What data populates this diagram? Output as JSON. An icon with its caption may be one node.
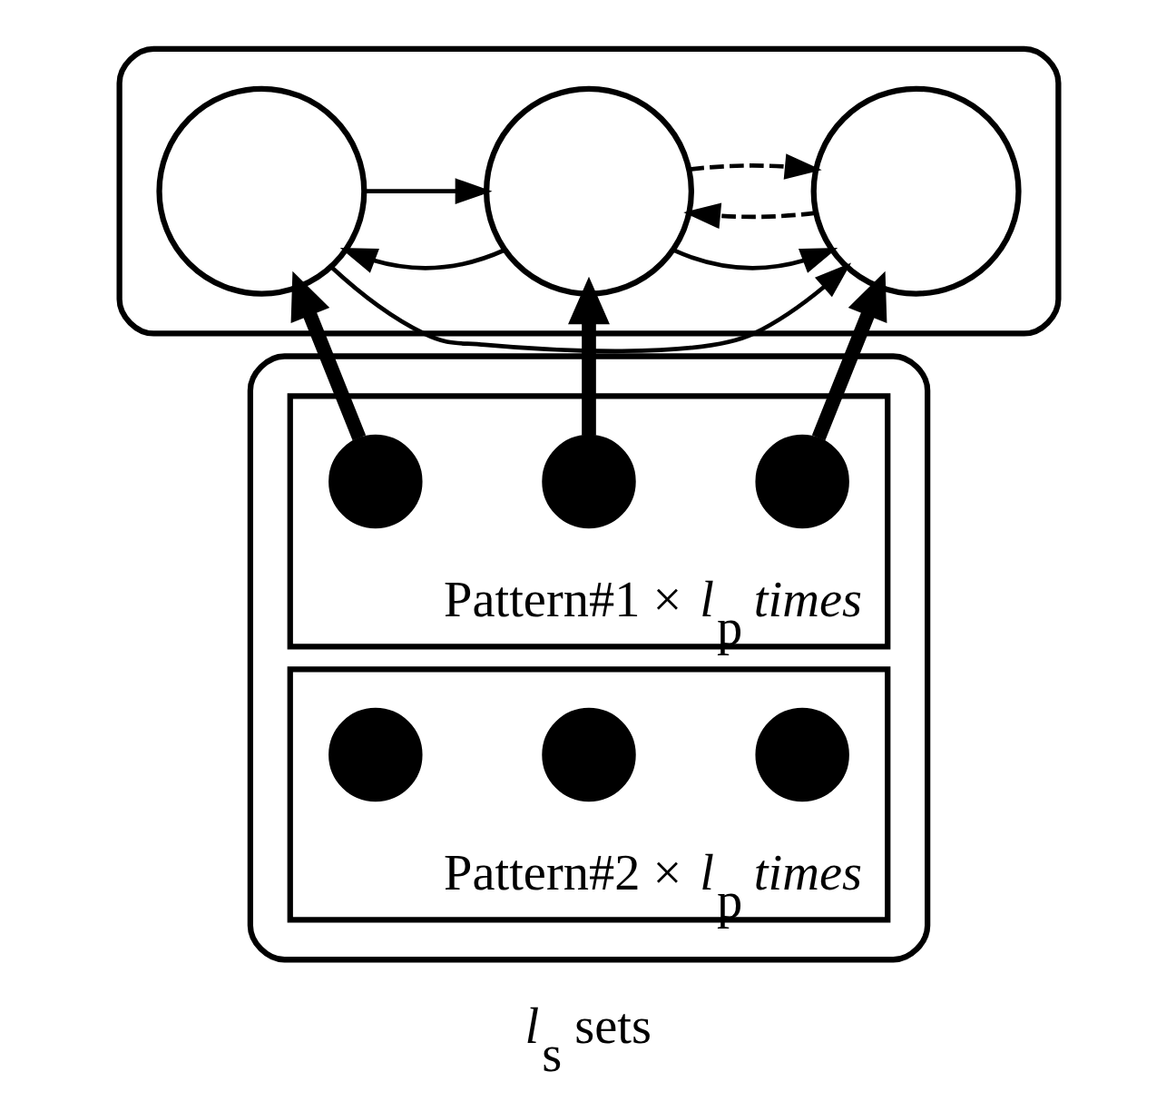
{
  "diagram": {
    "nodes": [
      {
        "text": [],
        "shape": "box"
      },
      {
        "text": [],
        "shape": "circle",
        "in": 0
      },
      {
        "text": [],
        "shape": "circle",
        "in": 0
      },
      {
        "text": [],
        "shape": "circle",
        "in": 0
      },
      {
        "text": [],
        "shape": "box",
        "beside": [
          "*l*$_{s}$ sets"
        ]
      },
      {
        "text": [],
        "shape": "box",
        "in": 4,
        "beside": [
          "Pattern#1 × *l*$_{p}$ *times*"
        ]
      },
      {
        "text": [],
        "shape": "circle",
        "in": 5
      },
      {
        "text": [],
        "shape": "circle",
        "in": 5
      },
      {
        "text": [],
        "shape": "circle",
        "in": 5
      },
      {
        "text": [],
        "shape": "box",
        "in": 4,
        "beside": [
          "Pattern#2 × *l*$_{p}$ *times*"
        ]
      },
      {
        "text": [],
        "shape": "circle",
        "in": 9
      },
      {
        "text": [],
        "shape": "circle",
        "in": 9
      },
      {
        "text": [],
        "shape": "circle",
        "in": 9
      }
    ],
    "edges": [
      {
        "from": 1,
        "to": 2,
        "arrow": "to"
      },
      {
        "from": 2,
        "to": 1,
        "arrow": "to"
      },
      {
        "from": 2,
        "to": 3,
        "arrow": "to",
        "style": "dashed"
      },
      {
        "from": 3,
        "to": 2,
        "arrow": "to",
        "style": "dashed"
      },
      {
        "from": 1,
        "to": 3,
        "arrow": "to"
      },
      {
        "from": 2,
        "to": 3,
        "arrow": "to"
      },
      {
        "from": 6,
        "to": 1,
        "arrow": "to",
        "style": "thick"
      },
      {
        "from": 7,
        "to": 2,
        "arrow": "to",
        "style": "thick"
      },
      {
        "from": 8,
        "to": 3,
        "arrow": "to",
        "style": "thick"
      }
    ]
  }
}
